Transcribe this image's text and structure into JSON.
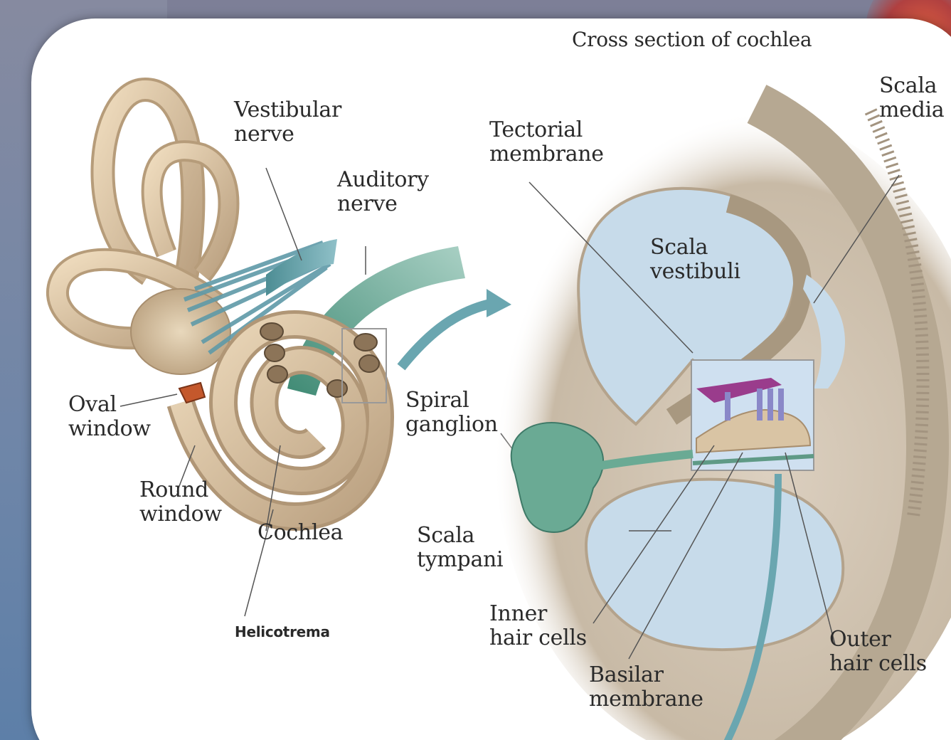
{
  "diagram": {
    "title": "Cross section of cochlea",
    "labels": {
      "vestibular_nerve": "Vestibular\nnerve",
      "auditory_nerve": "Auditory\nnerve",
      "oval_window": "Oval\nwindow",
      "round_window": "Round\nwindow",
      "cochlea": "Cochlea",
      "helicotrema": "Helicotrema",
      "tectorial_membrane": "Tectorial\nmembrane",
      "scala_media": "Scala\nmedia",
      "scala_vestibuli": "Scala\nvestibuli",
      "spiral_ganglion": "Spiral\nganglion",
      "scala_tympani": "Scala\ntympani",
      "inner_hair_cells": "Inner\nhair cells",
      "basilar_membrane": "Basilar\nmembrane",
      "outer_hair_cells": "Outer\nhair cells"
    },
    "colors": {
      "bone": "#d8c4a6",
      "bone_dark": "#b49c7c",
      "fluid": "#c4d8e8",
      "nerve_teal": "#5f9aa8",
      "nerve_green": "#5f9a86",
      "tectorial": "#9a3c8c",
      "oval_window": "#c4582c"
    }
  }
}
